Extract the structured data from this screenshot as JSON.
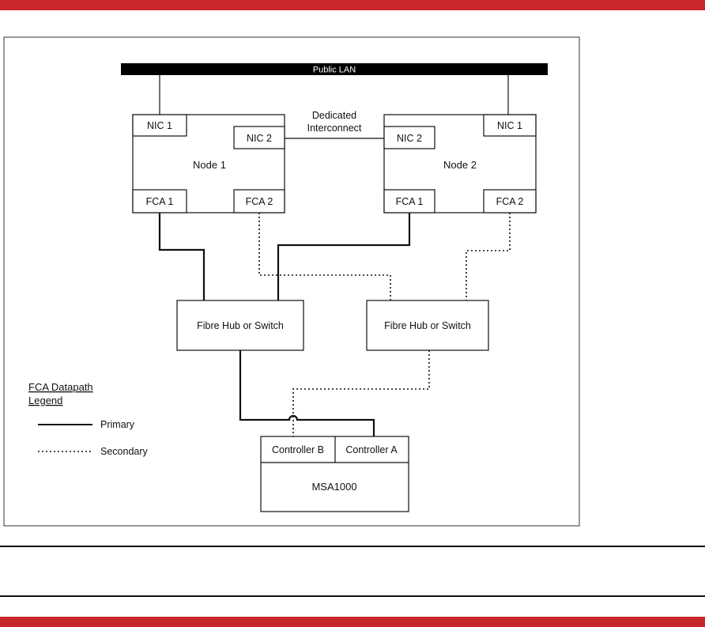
{
  "colors": {
    "band": "#c8282c",
    "line": "#111111",
    "lan_bar": "#000000",
    "lan_text": "#ffffff",
    "frame": "#555555"
  },
  "lan": {
    "label": "Public LAN"
  },
  "interconnect": {
    "line1": "Dedicated",
    "line2": "Interconnect"
  },
  "node1": {
    "name": "Node 1",
    "nic1": "NIC 1",
    "nic2": "NIC 2",
    "fca1": "FCA 1",
    "fca2": "FCA 2"
  },
  "node2": {
    "name": "Node 2",
    "nic1": "NIC 1",
    "nic2": "NIC 2",
    "fca1": "FCA 1",
    "fca2": "FCA 2"
  },
  "hub1": {
    "label": "Fibre Hub or Switch"
  },
  "hub2": {
    "label": "Fibre Hub or Switch"
  },
  "storage": {
    "name": "MSA1000",
    "controller_b": "Controller B",
    "controller_a": "Controller A"
  },
  "legend": {
    "title_line1": "FCA Datapath",
    "title_line2": "Legend",
    "primary": "Primary",
    "secondary": "Secondary"
  }
}
